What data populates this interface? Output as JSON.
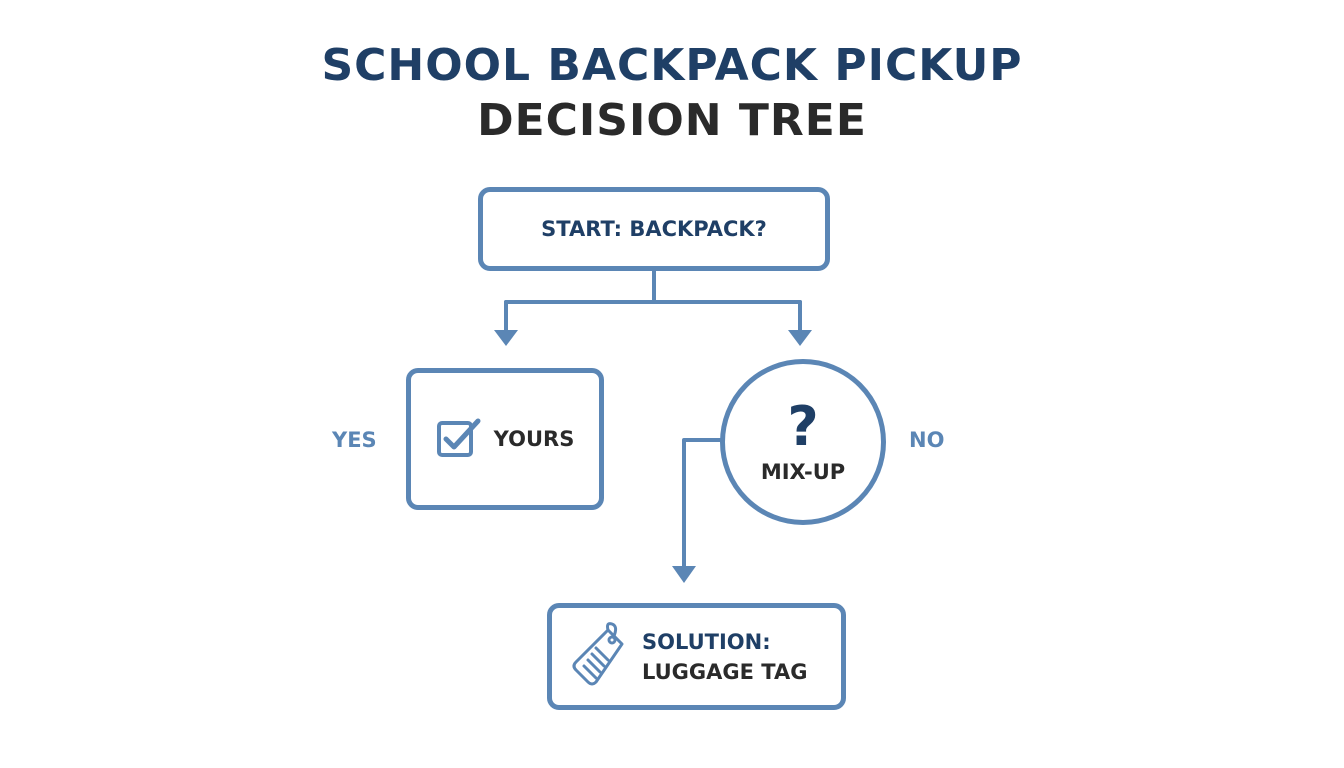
{
  "title": {
    "line1": "SCHOOL BACKPACK PICKUP",
    "line2": "DECISION TREE"
  },
  "nodes": {
    "start": {
      "label": "START: BACKPACK?"
    },
    "yours": {
      "label": "YOURS",
      "icon": "checkbox-checked-icon"
    },
    "mixup": {
      "symbol": "?",
      "label": "MIX-UP"
    },
    "solution": {
      "title": "SOLUTION:",
      "subtitle": "LUGGAGE TAG",
      "icon": "luggage-tag-icon"
    }
  },
  "branches": {
    "yes": "YES",
    "no": "NO"
  },
  "colors": {
    "accent": "#5b86b5",
    "heading": "#1f3f66",
    "text": "#2a2a2a",
    "background": "#ffffff"
  }
}
